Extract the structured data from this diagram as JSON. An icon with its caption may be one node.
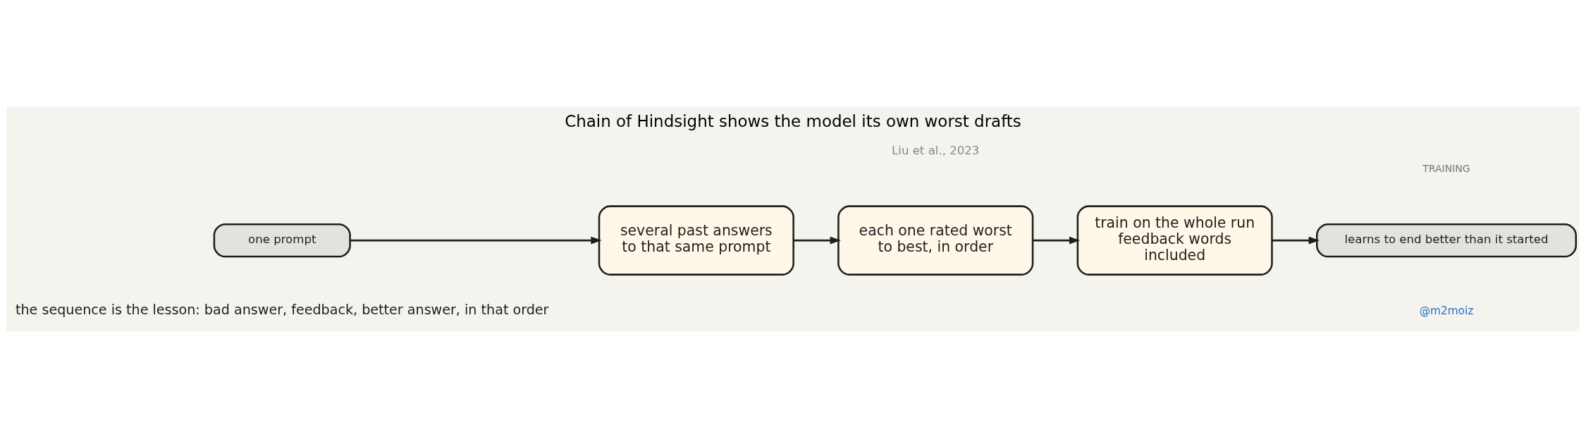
{
  "diagram": {
    "title": "Chain of Hindsight shows the model its own worst drafts",
    "nodes": [
      {
        "text": [
          "one prompt"
        ]
      },
      {
        "text": [
          "several past answers to that same prompt"
        ]
      },
      {
        "text": [
          "each one rated worst to best, in order"
        ]
      },
      {
        "text": [
          "train on the whole run feedback words included"
        ]
      },
      {
        "text": [
          "learns to end better than it started"
        ]
      }
    ],
    "edges": [
      {
        "from": 0,
        "to": 1,
        "arrow": "to"
      },
      {
        "from": 1,
        "to": 2,
        "arrow": "to"
      },
      {
        "from": 2,
        "to": 3,
        "arrow": "to"
      },
      {
        "from": 3,
        "to": 4,
        "arrow": "to"
      }
    ],
    "labels": [
      "TRAINING",
      "Liu et al., 2023",
      "the sequence is the lesson: bad answer, feedback, better answer, in that order",
      "@m2moiz"
    ]
  }
}
